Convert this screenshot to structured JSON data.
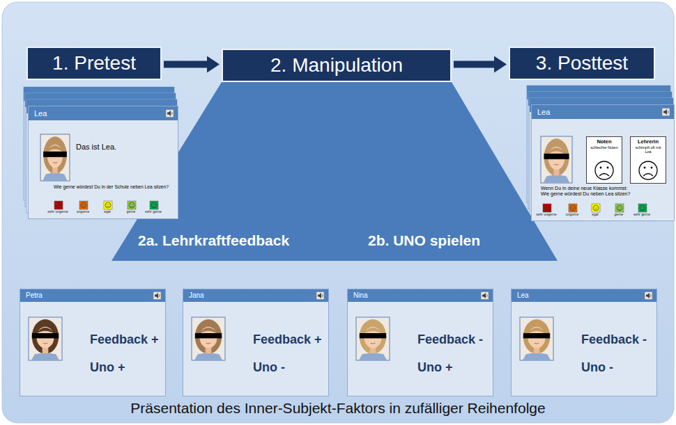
{
  "diagram": {
    "caption": "Präsentation des Inner-Subjekt-Faktors in zufälliger Reihenfolge",
    "nodes": [
      {
        "text": [
          "1. Pretest"
        ]
      },
      {
        "text": [
          "2. Manipulation"
        ]
      },
      {
        "text": [
          "3. Posttest"
        ]
      },
      {
        "text": [
          "Lea",
          "Das ist Lea.",
          "Wie gerne würdest Du in der Schule neben Lea sitzen?"
        ]
      },
      {
        "text": [
          "2a. Lehrkraftfeedback",
          "2b. UNO spielen"
        ]
      },
      {
        "text": [
          "Lea",
          "Wenn Du in deine neue Klasse kommst: Wie gerne würdest Du neben Lea sitzen?"
        ]
      },
      {
        "text": [
          "Noten",
          "schlechte Noten"
        ],
        "in": 5
      },
      {
        "text": [
          "Lehrerin",
          "schimpft oft mit Lea"
        ],
        "in": 5
      },
      {
        "text": [
          "Petra",
          "Feedback +",
          "Uno +"
        ]
      },
      {
        "text": [
          "Jana",
          "Feedback +",
          "Uno -"
        ]
      },
      {
        "text": [
          "Nina",
          "Feedback -",
          "Uno +"
        ]
      },
      {
        "text": [
          "Lea",
          "Feedback -",
          "Uno -"
        ]
      }
    ],
    "edges": [
      {
        "from": 0,
        "to": 1,
        "arrow": "to"
      },
      {
        "from": 1,
        "to": 2,
        "arrow": "to"
      }
    ],
    "labels": [
      "sehr ungerne",
      "ungerne",
      "egal",
      "gerne",
      "sehr gerne",
      "sehr ungerne",
      "ungerne",
      "egal",
      "gerne",
      "sehr gerne"
    ]
  }
}
